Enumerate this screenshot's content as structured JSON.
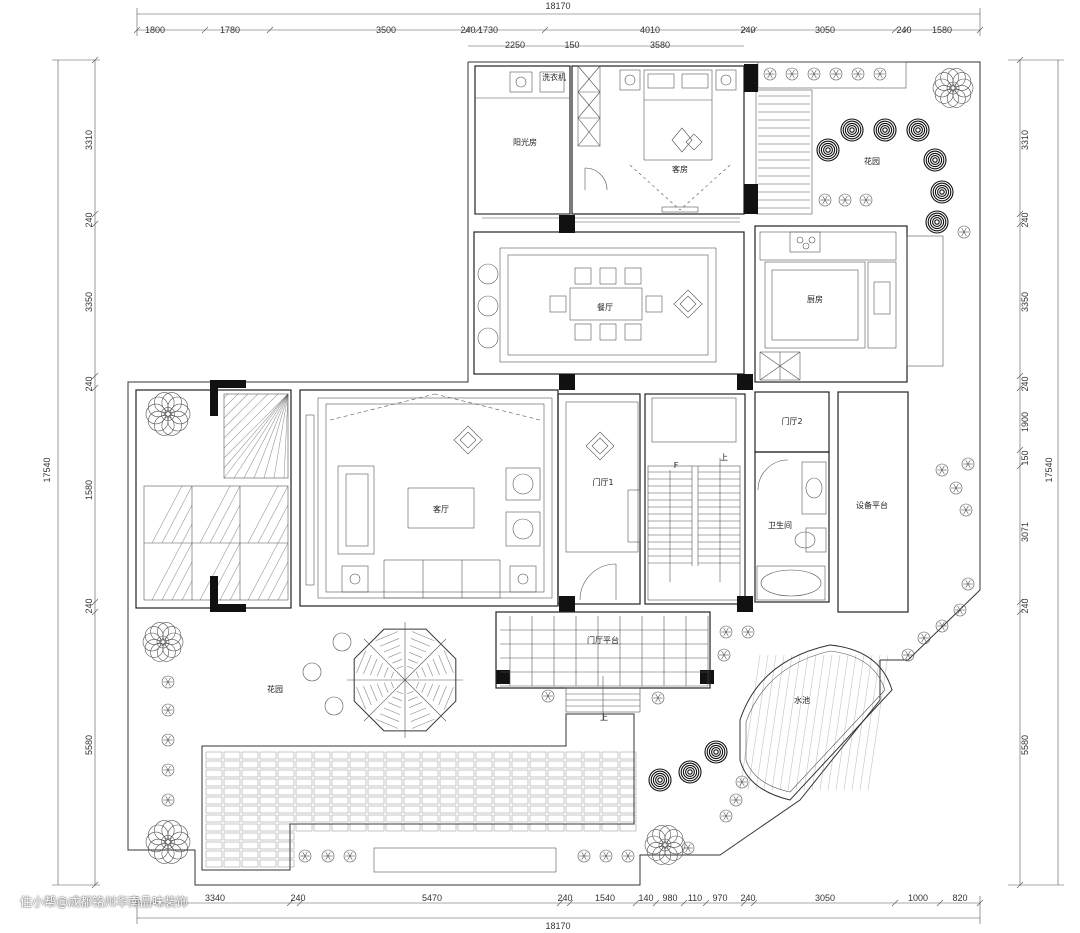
{
  "dims": {
    "top_total": "18170",
    "top_row1": [
      "1800",
      "1780",
      "3500",
      "240",
      "1730",
      "4010",
      "240",
      "3050",
      "240",
      "1580"
    ],
    "top_row2": [
      "2250",
      "150",
      "3580"
    ],
    "bottom_total": "18170",
    "bottom_row": [
      "3340",
      "240",
      "5470",
      "240",
      "1540",
      "140",
      "980",
      "110",
      "970",
      "240",
      "3050",
      "1000",
      "820"
    ],
    "left_total": "17540",
    "left_col": [
      "3310",
      "240",
      "3350",
      "240",
      "1580",
      "240",
      "5580"
    ],
    "right_total": "17540",
    "right_col": [
      "3310",
      "240",
      "3350",
      "240",
      "1900",
      "150",
      "3071",
      "240",
      "5580"
    ]
  },
  "rooms": {
    "sunroom": "阳光房",
    "guest_bedroom": "客房",
    "flower_bed_ne": "花园",
    "dining": "餐厅",
    "kitchen": "厨房",
    "living": "客厅",
    "foyer1": "门厅1",
    "foyer2": "门厅2",
    "bathroom": "卫生间",
    "equipment": "设备平台",
    "entry_platform": "门厅平台",
    "garden": "花园",
    "pool": "水池"
  },
  "labels": {
    "kitchen_sink_label": "洗衣机",
    "stair_down": "F",
    "stair_up": "上",
    "entry_up": "上"
  },
  "watermark": "住小帮@成都铭州华南品味装饰"
}
